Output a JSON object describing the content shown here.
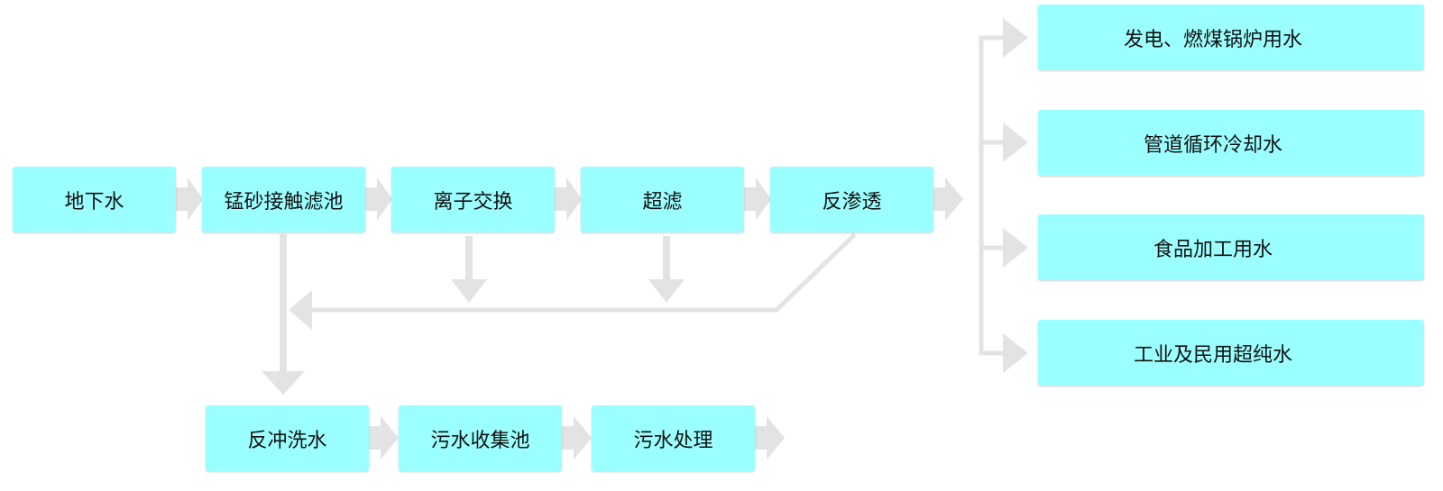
{
  "nodes": {
    "groundwater": "地下水",
    "manganese_filter": "锰砂接触滤池",
    "ion_exchange": "离子交换",
    "ultrafiltration": "超滤",
    "reverse_osmosis": "反渗透",
    "backwash": "反冲洗水",
    "sewage_pool": "污水收集池",
    "sewage_treatment": "污水处理"
  },
  "outputs": [
    "发电、燃煤锅炉用水",
    "管道循环冷却水",
    "食品加工用水",
    "工业及民用超纯水"
  ],
  "colors": {
    "box_fill": "#9cffff",
    "connector": "#e3e3e3",
    "text": "#111111"
  }
}
